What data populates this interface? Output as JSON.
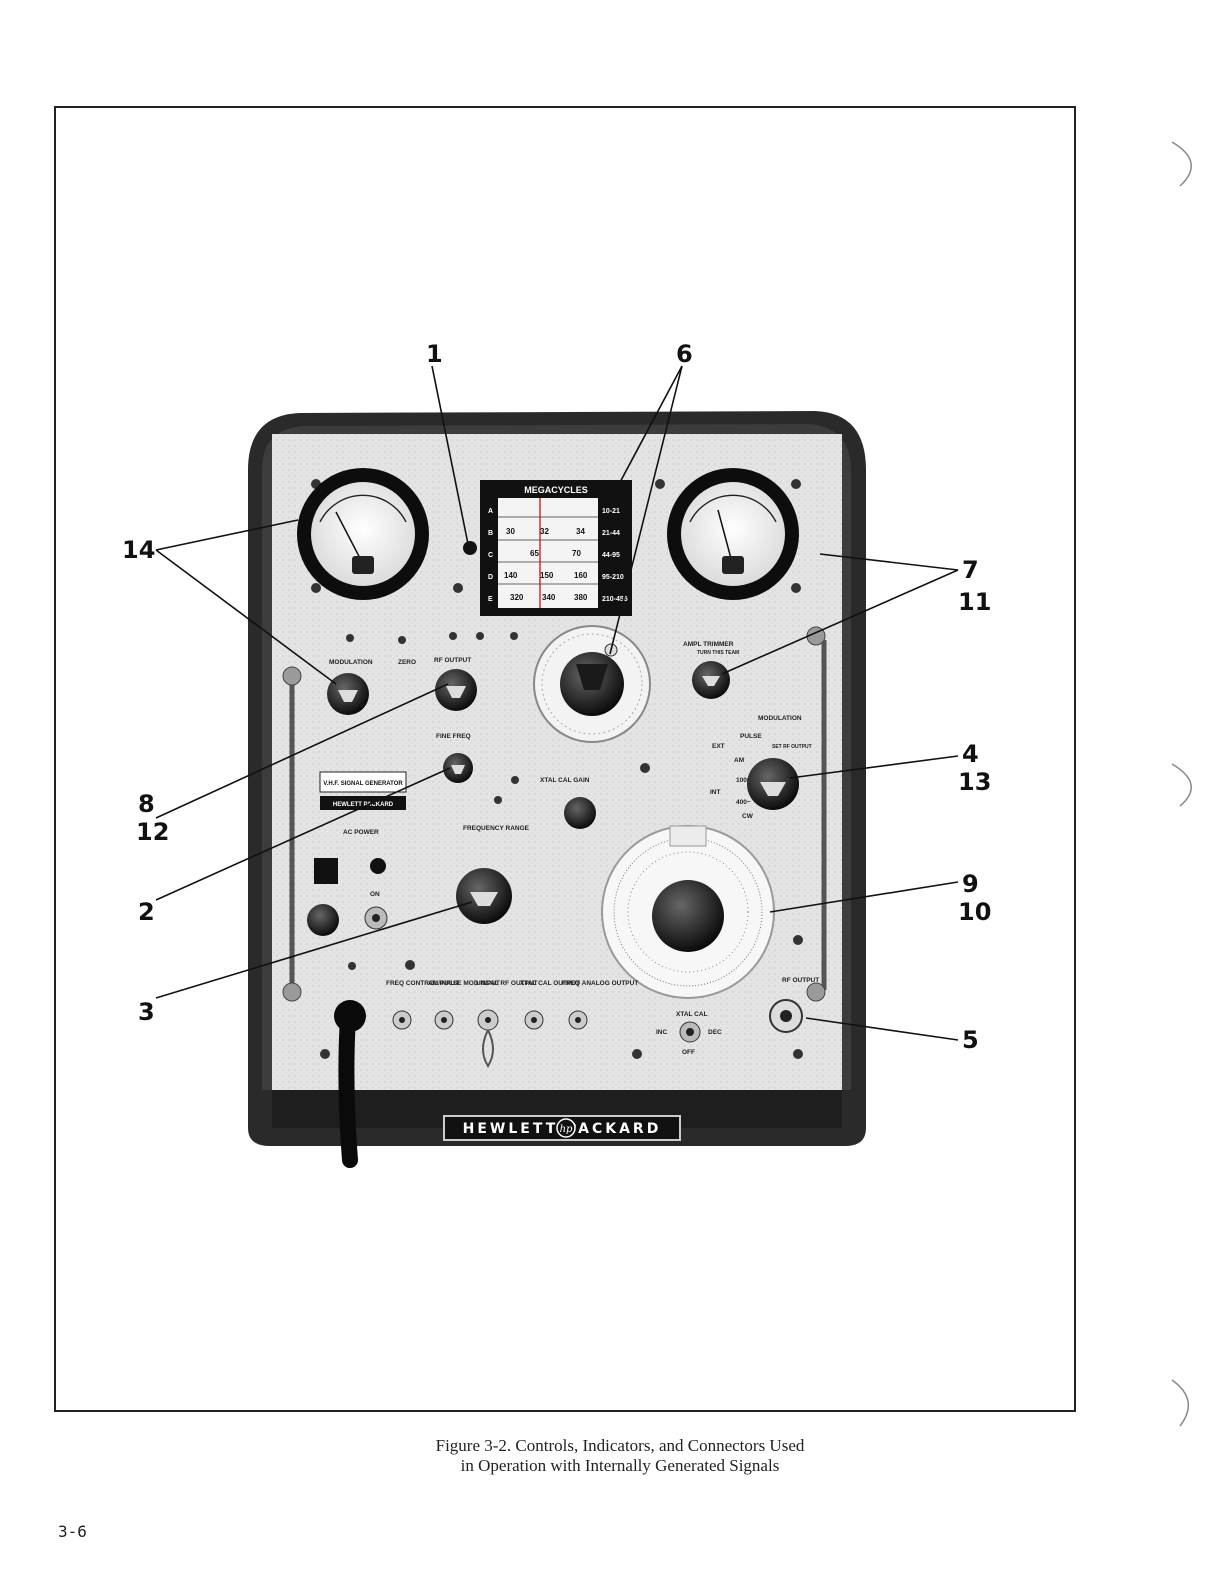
{
  "figure": {
    "callouts": [
      "1",
      "6",
      "14",
      "7",
      "11",
      "8",
      "12",
      "4",
      "13",
      "2",
      "9",
      "10",
      "3",
      "5"
    ],
    "panel": {
      "megacycles_title": "MEGACYCLES",
      "band_letters": [
        "A",
        "B",
        "C",
        "D",
        "E"
      ],
      "band_ranges": [
        "10-21",
        "21-44",
        "44-95",
        "95-210",
        "210-455"
      ],
      "scale_numbers_row2": [
        "30",
        "32",
        "34"
      ],
      "scale_numbers_row3": [
        "65",
        "70"
      ],
      "scale_numbers_row4": [
        "140",
        "150",
        "160"
      ],
      "scale_numbers_row5": [
        "320",
        "340",
        "380"
      ],
      "modulation_label": "MODULATION",
      "zero_label": "ZERO",
      "rf_output_label": "RF OUTPUT",
      "ampl_trimmer_label": "AMPL TRIMMER",
      "ampl_trimmer_sub": "TURN THIS TEAM",
      "modulation_right_label": "MODULATION",
      "pulse_label": "PULSE",
      "set_output_label": "SET RF OUTPUT",
      "ext_label": "EXT",
      "am_label": "AM",
      "int_label": "INT",
      "freq_1000_label": "1000~",
      "freq_400_label": "400~",
      "cw_label": "CW",
      "fine_freq_label": "FINE FREQ",
      "xtal_cal_gain_label": "XTAL CAL GAIN",
      "nameplate_line1": "V.H.F. SIGNAL GENERATOR",
      "nameplate_line2": "HEWLETT PACKARD",
      "ac_power_label": "AC POWER",
      "frequency_range_label": "FREQUENCY RANGE",
      "on_label": "ON",
      "freq_control_input_label": "FREQ CONTROL INPUT",
      "am_pulse_mod_input_label": "AM/PULSE MOD INPUT",
      "uncal_rf_output_label": "UNCAL RF OUTPUT",
      "xtal_cal_output_label": "XTAL CAL OUTPUT",
      "freq_analog_output_label": "FREQ ANALOG OUTPUT",
      "xtal_cal_label": "XTAL CAL",
      "inc_label": "INC",
      "dec_label": "DEC",
      "off_label": "OFF",
      "rf_output_right_label": "RF OUTPUT",
      "brand_badge": "HEWLETT PACKARD",
      "hp_logo": "hp"
    }
  },
  "caption": {
    "line1": "Figure 3-2.  Controls, Indicators, and Connectors Used",
    "line2": "in Operation with Internally Generated Signals"
  },
  "page_number": "3-6"
}
